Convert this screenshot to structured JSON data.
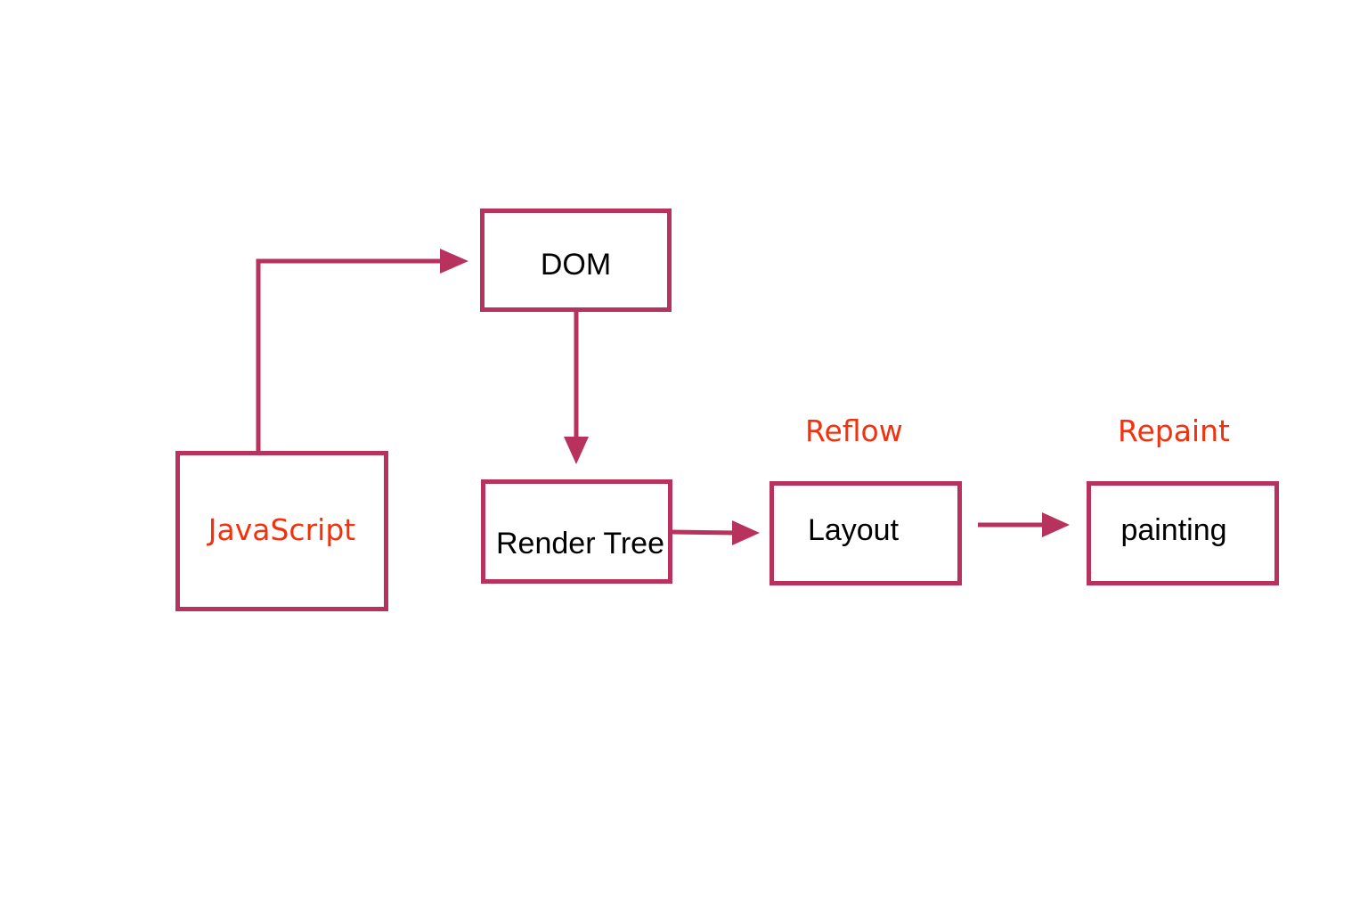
{
  "diagram": {
    "nodes": {
      "javascript": "JavaScript",
      "dom": "DOM",
      "render_tree": "Render Tree",
      "layout": "Layout",
      "painting": "painting"
    },
    "annotations": {
      "reflow": "Reflow",
      "repaint": "Repaint"
    },
    "edges": [
      {
        "from": "javascript",
        "to": "dom"
      },
      {
        "from": "dom",
        "to": "render_tree"
      },
      {
        "from": "render_tree",
        "to": "layout"
      },
      {
        "from": "layout",
        "to": "painting"
      }
    ],
    "colors": {
      "stroke": "#b8325e",
      "highlight_text": "#f2320f",
      "text": "#000000",
      "background": "#ffffff"
    }
  }
}
